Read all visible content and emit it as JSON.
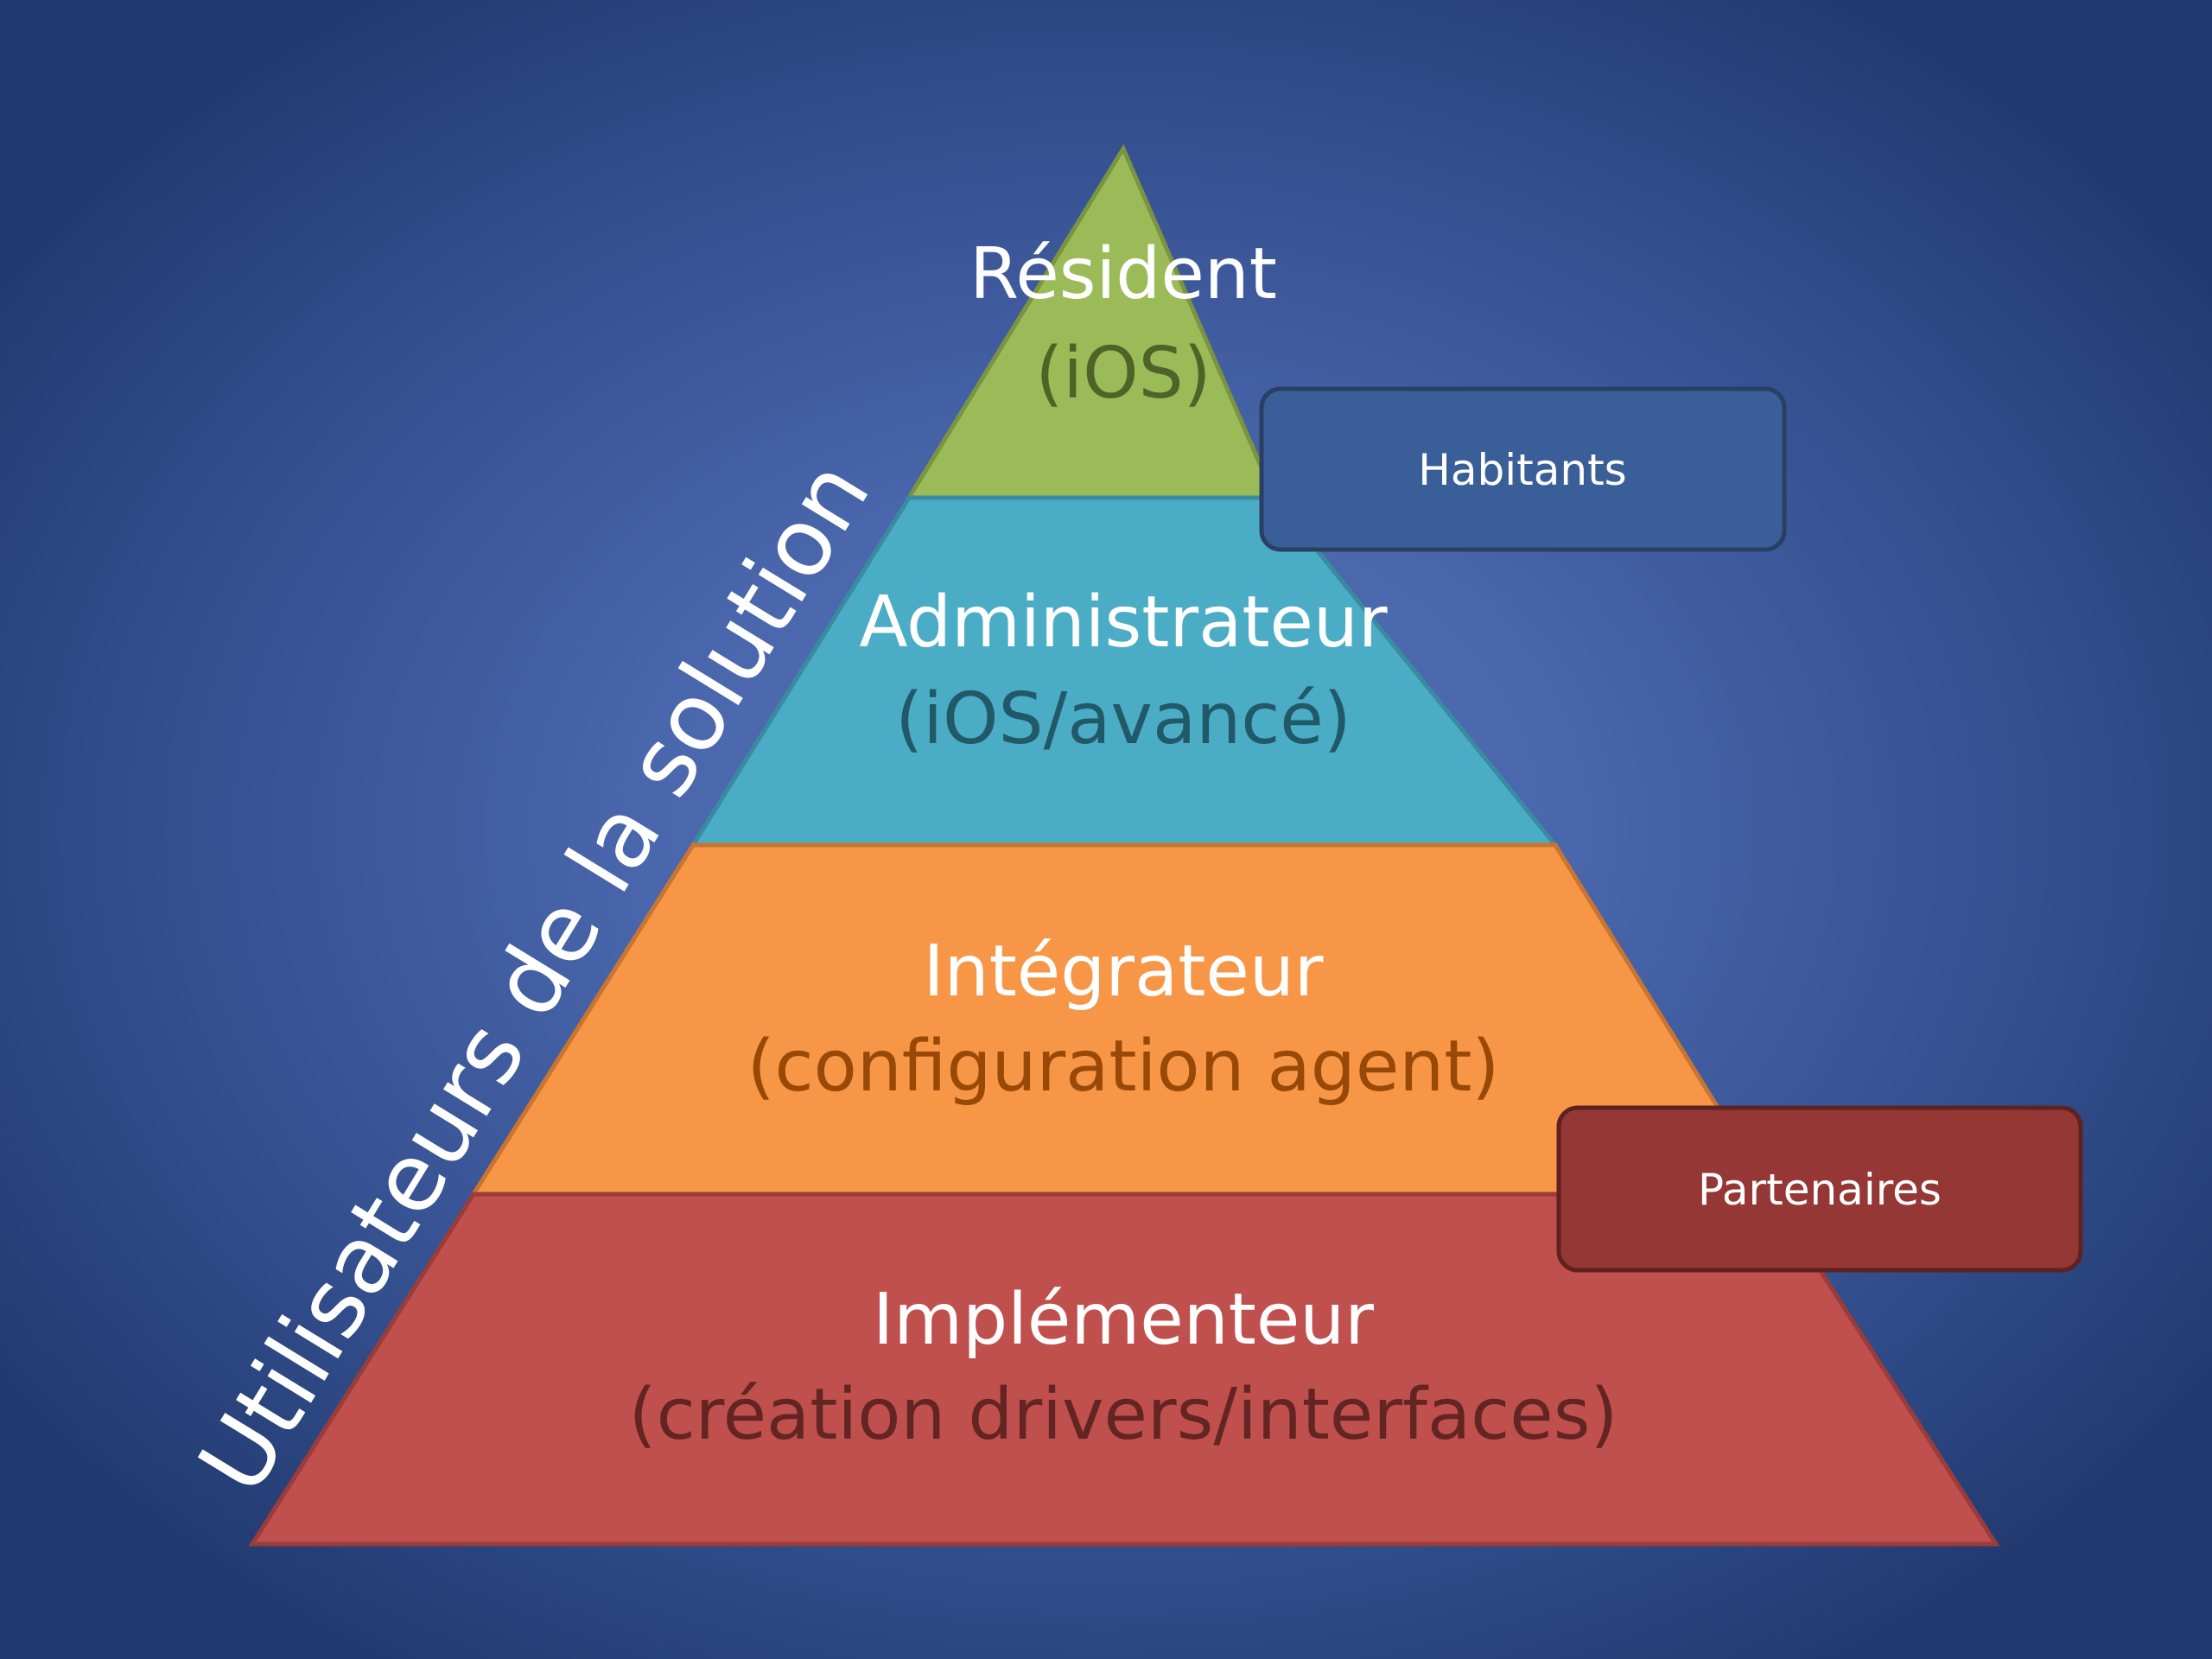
{
  "side_label": "Utilisateurs de la solution",
  "tiers": [
    {
      "title": "Résident",
      "subtitle": "(iOS)",
      "fill": "#9bbb59",
      "subtitle_color": "#4f6228"
    },
    {
      "title": "Administrateur",
      "subtitle": "(iOS/avancé)",
      "fill": "#4bacc6",
      "subtitle_color": "#215968"
    },
    {
      "title": "Intégrateur",
      "subtitle": "(configuration agent)",
      "fill": "#f79646",
      "subtitle_color": "#984807"
    },
    {
      "title": "Implémenteur",
      "subtitle": "(création drivers/interfaces)",
      "fill": "#c0504d",
      "subtitle_color": "#632523"
    }
  ],
  "tags": {
    "habitants": {
      "label": "Habitants",
      "fill": "#3a5f98"
    },
    "partenaires": {
      "label": "Partenaires",
      "fill": "#953735"
    }
  }
}
